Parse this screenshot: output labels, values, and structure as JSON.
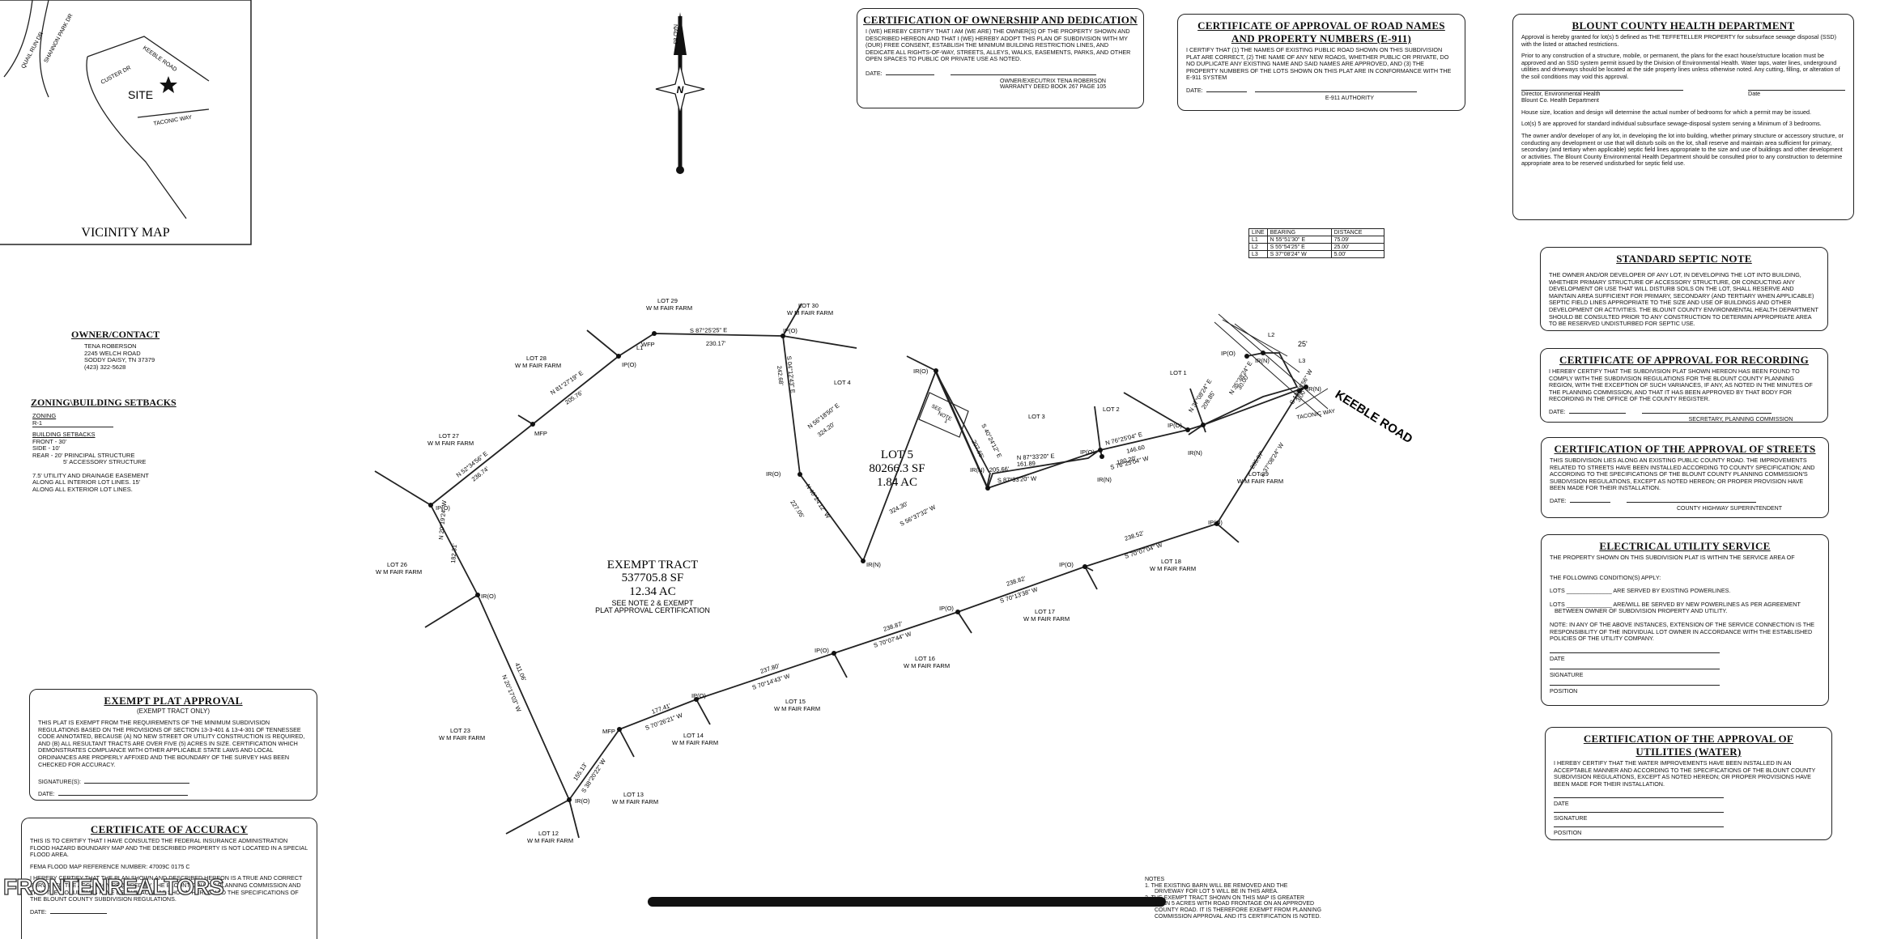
{
  "vicinity_map": {
    "title": "VICINITY MAP",
    "site_label": "SITE",
    "roads": [
      "QUAIL RUN DR",
      "SHANNON PARK DR",
      "CUSTER DR",
      "KEEBLE ROAD",
      "TACONIC WAY"
    ]
  },
  "north_arrow": {
    "label": "NAD 83",
    "letter": "N"
  },
  "owner_contact": {
    "title": "OWNER/CONTACT",
    "lines": [
      "TENA ROBERSON",
      "2245 WELCH ROAD",
      "SODDY DAISY, TN 37379",
      "(423) 322-5628"
    ]
  },
  "zoning": {
    "title": "ZONING\\BUILDING SETBACKS",
    "zoning_heading": "ZONING",
    "zoning_value": "R-1",
    "setbacks_heading": "BUILDING SETBACKS",
    "setbacks": [
      "FRONT - 30'",
      "SIDE - 10'",
      "REAR - 20' PRINCIPAL STRUCTURE",
      "5' ACCESSORY STRUCTURE"
    ],
    "easement": [
      "7.5' UTILITY AND DRAINAGE EASEMENT",
      "ALONG ALL INTERIOR LOT LINES. 15'",
      "ALONG ALL EXTERIOR LOT LINES."
    ]
  },
  "ownership_cert": {
    "title": "CERTIFICATION OF OWNERSHIP AND DEDICATION",
    "body": "I (WE) HEREBY CERTIFY THAT I AM (WE ARE) THE OWNER(S) OF THE PROPERTY SHOWN AND DESCRIBED HEREON AND THAT I (WE) HEREBY ADOPT THIS PLAN OF SUBDIVISION WITH MY (OUR) FREE CONSENT, ESTABLISH THE MINIMUM BUILDING RESTRICTION LINES, AND DEDICATE ALL RIGHTS-OF-WAY, STREETS, ALLEYS, WALKS, EASEMENTS, PARKS, AND OTHER OPEN SPACES TO PUBLIC OR PRIVATE USE AS NOTED.",
    "date_label": "DATE:",
    "signer": "OWNER/EXECUTRIX TENA ROBERSON",
    "deed": "WARRANTY DEED BOOK 267 PAGE 105"
  },
  "road_names_cert": {
    "title_line1": "CERTIFICATE OF APPROVAL OF ROAD NAMES",
    "title_line2": "AND PROPERTY NUMBERS (E-911)",
    "body": "I CERTIFY THAT (1) THE NAMES OF EXISTING PUBLIC ROAD SHOWN ON THIS SUBDIVISION PLAT ARE CORRECT, (2) THE NAME OF ANY NEW ROADS, WHETHER PUBLIC OR PRIVATE, DO NO DUPLICATE ANY EXISTING NAME AND SAID NAMES ARE APPROVED, AND (3) THE PROPERTY NUMBERS OF THE LOTS SHOWN ON THIS PLAT ARE IN CONFORMANCE WITH THE E-911 SYSTEM",
    "date_label": "DATE:",
    "signer": "E-911 AUTHORITY"
  },
  "health_dept": {
    "title": "BLOUNT COUNTY HEALTH DEPARTMENT",
    "p1": "Approval is hereby granted for lot(s) 5 defined as THE TEFFETELLER PROPERTY for subsurface sewage disposal (SSD) with the listed or attached restrictions.",
    "p2": "Prior to any construction of a structure, mobile, or permanent, the plans for the exact house/structure location must be approved and an SSD system permit issued by the Division of Environmental Health. Water taps, water lines, underground utilities and driveways should be located at the side property lines unless otherwise noted. Any cutting, filling, or alteration of the soil conditions may void this approval.",
    "sig_left": "Director, Environmental Health",
    "sig_left2": "Blount Co. Health Department",
    "sig_right": "Date",
    "p3": "House size, location and design will determine the actual number of bedrooms for which a permit may be issued.",
    "p4": "Lot(s) 5 are approved for standard individual subsurface sewage-disposal system serving a Minimum of 3 bedrooms.",
    "p5": "The owner and/or developer of any lot, in developing the lot into building, whether primary structure or accessory structure, or conducting any development or use that will disturb soils on the lot, shall reserve and maintain area sufficient for primary, secondary (and tertiary when applicable) septic field lines appropriate to the size and use of buildings and other development or activities. The Blount County Environmental Health Department should be consulted prior to any construction to determine appropriate area to be reserved undisturbed for septic field use."
  },
  "septic_note": {
    "title": "STANDARD SEPTIC NOTE",
    "body": "THE OWNER AND/OR DEVELOPER OF ANY LOT, IN DEVELOPING THE LOT INTO BUILDING, WHETHER PRIMARY STRUCTURE OF ACCESSORY STRUCTURE, OR CONDUCTING ANY DEVELOPMENT OR USE THAT WILL DISTURB SOILS ON THE LOT, SHALL RESERVE AND MAINTAIN AREA SUFFICIENT FOR PRIMARY, SECONDARY (AND TERTIARY WHEN APPLICABLE) SEPTIC FIELD LINES APPROPRIATE TO THE SIZE AND USE OF BUILDINGS AND OTHER DEVELOPMENT OR ACTIVITIES. THE BLOUNT COUNTY ENVIRONMENTAL HEALTH DEPARTMENT SHOULD BE CONSULTED PRIOR TO ANY CONSTRUCTION TO DETERMIN APPROPRIATE AREA TO BE RESERVED UNDISTURBED FOR SEPTIC USE."
  },
  "recording_cert": {
    "title": "CERTIFICATE OF APPROVAL FOR RECORDING",
    "body": "I HEREBY CERTIFY THAT THE SUBDIVISION PLAT SHOWN HEREON HAS BEEN FOUND TO COMPLY WITH THE SUBDIVISION REGULATIONS FOR THE BLOUNT COUNTY PLANNING REGION, WITH THE EXCEPTION OF SUCH VARIANCES, IF ANY, AS NOTED IN THE MINUTES OF THE PLANNING COMMISSION, AND THAT IT HAS BEEN APPROVED BY THAT BODY FOR RECORDING IN THE OFFICE OF THE COUNTY REGISTER.",
    "date_label": "DATE:",
    "signer": "SECRETARY, PLANNING COMMISSION"
  },
  "streets_cert": {
    "title": "CERTIFICATION OF THE APPROVAL OF STREETS",
    "body": "THIS SUBDIVISION LIES ALONG AN EXISTING PUBLIC COUNTY ROAD. THE IMPROVEMENTS RELATED TO STREETS HAVE BEEN INSTALLED ACCORDING TO COUNTY SPECIFICATION; AND ACCORDING TO THE SPECIFICATIONS OF THE BLOUNT COUNTY PLANNING COMMISSION'S SUBDIVISION REGULATIONS, EXCEPT AS NOTED HEREON; OR PROPER PROVISION HAVE BEEN MADE FOR THEIR INSTALLATION.",
    "date_label": "DATE:",
    "signer": "COUNTY HIGHWAY SUPERINTENDENT"
  },
  "electrical": {
    "title": "ELECTRICAL UTILITY SERVICE",
    "p1": "THE PROPERTY SHOWN ON THIS SUBDIVISION PLAT IS WITHIN THE SERVICE AREA OF",
    "p2": "THE FOLLOWING CONDITION(S) APPLY:",
    "lots1": "LOTS ______________ ARE SERVED BY EXISTING POWERLINES.",
    "lots2": "LOTS ______________ ARE/WILL BE SERVED BY NEW POWERLINES AS PER AGREEMENT",
    "lots2b": "BETWEEN OWNER OF SUBDIVISION PROPERTY AND UTILITY.",
    "note": "NOTE: IN ANY OF THE ABOVE INSTANCES, EXTENSION OF THE SERVICE CONNECTION IS THE RESPONSIBILITY OF THE INDIVIDUAL LOT OWNER IN ACCORDANCE WITH THE ESTABLISHED POLICIES OF THE UTILITY COMPANY.",
    "date_label": "DATE",
    "signature_label": "SIGNATURE",
    "position_label": "POSITION"
  },
  "water_cert": {
    "title_line1": "CERTIFICATION OF THE APPROVAL OF",
    "title_line2": "UTILITIES (WATER)",
    "body": "I HEREBY CERTIFY THAT THE WATER IMPROVEMENTS HAVE BEEN INSTALLED IN AN ACCEPTABLE MANNER AND ACCORDING TO THE SPECIFICATIONS OF THE BLOUNT COUNTY SUBDIVISION REGULATIONS, EXCEPT AS NOTED HEREON; OR PROPER PROVISIONS HAVE BEEN MADE FOR THEIR INSTALLATION.",
    "date_label": "DATE",
    "signature_label": "SIGNATURE",
    "position_label": "POSITION"
  },
  "exempt_plat": {
    "title": "EXEMPT PLAT APPROVAL",
    "subtitle": "(EXEMPT TRACT ONLY)",
    "body": "THIS PLAT IS EXEMPT FROM THE REQUIREMENTS OF THE MINIMUM SUBDIVISION REGULATIONS BASED ON THE PROVISIONS OF SECTION 13-3-401 & 13-4-301 OF TENNESSEE CODE ANNOTATED, BECAUSE (A) NO NEW STREET OR UTILITY CONSTRUCTION IS REQUIRED, AND (B) ALL RESULTANT TRACTS ARE OVER FIVE (5) ACRES IN SIZE. CERTIFICATION WHICH DEMONSTRATES COMPLIANCE WITH OTHER APPLICABLE STATE LAWS AND LOCAL ORDINANCES ARE PROPERLY AFFIXED AND THE BOUNDARY OF THE SURVEY HAS BEEN CHECKED FOR ACCURACY.",
    "signature_label": "SIGNATURE(S):",
    "date_label": "DATE:"
  },
  "accuracy_cert": {
    "title": "CERTIFICATE OF ACCURACY",
    "body": "THIS IS TO CERTIFY THAT I HAVE CONSULTED THE FEDERAL INSURANCE ADMINISTRATION FLOOD HAZARD BOUNDARY MAP AND THE DESCRIBED PROPERTY IS NOT LOCATED IN A SPECIAL FLOOD AREA.",
    "fema": "FEMA FLOOD MAP REFERENCE NUMBER: 47009C 0175 C",
    "body2": "I HEREBY CERTIFY THAT THE PLAN SHOWN AND DESCRIBED HEREON IS A TRUE AND CORRECT SURVEY TO THE ACCURACY REQUIRED BY THE BLOUNT COUNTY PLANNING COMMISSION AND THAT THE MONUMENTS HAVE BEEN PLACED AS SHOWN HEREON TO THE SPECIFICATIONS OF THE BLOUNT COUNTY SUBDIVISION REGULATIONS.",
    "date_label": "DATE:"
  },
  "notes": {
    "heading": "NOTES",
    "lines": [
      "1.  THE EXISTING BARN WILL BE REMOVED AND THE",
      "DRIVEWAY FOR LOT 5 WILL BE IN THIS AREA.",
      "2.  THE EXEMPT TRACT SHOWN ON THIS MAP IS GREATER",
      "THAN 5 ACRES WITH ROAD FRONTAGE ON AN APPROVED",
      "COUNTY ROAD. IT IS THEREFORE EXEMPT FROM PLANNING",
      "COMMISSION APPROVAL AND ITS CERTIFICATION IS NOTED."
    ]
  },
  "line_table": {
    "headers": [
      "LINE",
      "BEARING",
      "DISTANCE"
    ],
    "rows": [
      [
        "L1",
        "N 55°51'30\" E",
        "75.09'"
      ],
      [
        "L2",
        "S 55°54'25\" E",
        "25.00'"
      ],
      [
        "L3",
        "S 37°08'24\" W",
        "5.00'"
      ]
    ]
  },
  "tracts": {
    "lot5": {
      "name": "LOT 5",
      "sf": "80266.3 SF",
      "ac": "1.84 AC"
    },
    "exempt": {
      "name": "EXEMPT TRACT",
      "sf": "537705.8 SF",
      "ac": "12.34 AC",
      "note1": "SEE NOTE 2 & EXEMPT",
      "note2": "PLAT APPROVAL CERTIFICATION"
    }
  },
  "road": {
    "keeble": "KEEBLE ROAD",
    "taconic": "TACONIC WAY",
    "width": "25'"
  },
  "barn_label": [
    "SEE",
    "NOTE",
    "1"
  ],
  "lots": [
    {
      "name": "LOT 29",
      "owner": "W M FAIR FARM"
    },
    {
      "name": "LOT 30",
      "owner": "W M FAIR FARM"
    },
    {
      "name": "LOT 28",
      "owner": "W M FAIR FARM"
    },
    {
      "name": "LOT 27",
      "owner": "W M FAIR FARM"
    },
    {
      "name": "LOT 26",
      "owner": "W M FAIR FARM"
    },
    {
      "name": "LOT 23",
      "owner": "W M FAIR FARM"
    },
    {
      "name": "LOT 13",
      "owner": "W M FAIR FARM"
    },
    {
      "name": "LOT 12",
      "owner": "W M FAIR FARM"
    },
    {
      "name": "LOT 14",
      "owner": "W M FAIR FARM"
    },
    {
      "name": "LOT 15",
      "owner": "W M FAIR FARM"
    },
    {
      "name": "LOT 16",
      "owner": "W M FAIR FARM"
    },
    {
      "name": "LOT 17",
      "owner": "W M FAIR FARM"
    },
    {
      "name": "LOT 18",
      "owner": "W M FAIR FARM"
    },
    {
      "name": "LOT 29",
      "owner": "W M FAIR FARM"
    },
    {
      "name": "LOT 4",
      "owner": ""
    },
    {
      "name": "LOT 3",
      "owner": ""
    },
    {
      "name": "LOT 2",
      "owner": ""
    },
    {
      "name": "LOT 1",
      "owner": ""
    }
  ],
  "bearings": [
    "S 87°25'25\" E",
    "230.17'",
    "S 04°12'43\" E",
    "242.68'",
    "N 81°27'19\" E",
    "205.76'",
    "N 52°34'56\" E",
    "236.74'",
    "N 20°19'24\" W",
    "182.31'",
    "N 20°17'03\" W",
    "411.06'",
    "S 38°20'22\" W",
    "155.13'",
    "N 56°18'50\" E",
    "324.20'",
    "N 40°24'12\" W",
    "227.05'",
    "S 56°37'32\" W",
    "324.30'",
    "S 40°24'12\" E",
    "207.65'",
    "N 87°33'20\" E",
    "161.89",
    "S 87°33'20\" W",
    "205.66'",
    "N 76°25'04\" E",
    "180.20'",
    "S 76°25'04\" W",
    "146.60",
    "N 37°08'24\" E",
    "209.85'",
    "S 37°08'24\" W",
    "205.97'",
    "S 70°07'04\" W",
    "238.52'",
    "S 70°13'38\" W",
    "238.82'",
    "S 70°07'44\" W",
    "238.87'",
    "S 70°14'43\" W",
    "237.80'",
    "S 70°26'21\" W",
    "177.41'",
    "N 35°38'24\" E",
    "30.00'",
    "L1",
    "L2",
    "L3",
    "S 12°38'56\" W",
    "3.00'"
  ],
  "monuments": [
    "IP(O)",
    "IR(O)",
    "IR(N)",
    "MFP",
    "WFP"
  ],
  "watermark": "FRONTENREALTORS"
}
